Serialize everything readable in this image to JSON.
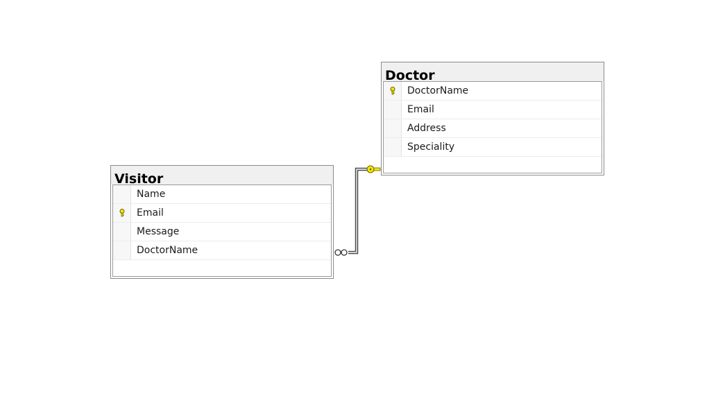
{
  "tables": [
    {
      "name": "Doctor",
      "columns": [
        {
          "name": "DoctorName",
          "primary_key": true
        },
        {
          "name": "Email",
          "primary_key": false
        },
        {
          "name": "Address",
          "primary_key": false
        },
        {
          "name": "Speciality",
          "primary_key": false
        }
      ]
    },
    {
      "name": "Visitor",
      "columns": [
        {
          "name": "Name",
          "primary_key": false
        },
        {
          "name": "Email",
          "primary_key": true
        },
        {
          "name": "Message",
          "primary_key": false
        },
        {
          "name": "DoctorName",
          "primary_key": false
        }
      ]
    }
  ],
  "icons": {
    "primary_key": "key-icon",
    "relationship_one_end": "key-icon",
    "relationship_many_end": "infinity-icon"
  },
  "colors": {
    "key_fill": "#f5e600",
    "key_outline": "#6b6200",
    "relationship_line": "#4a4a4a"
  }
}
